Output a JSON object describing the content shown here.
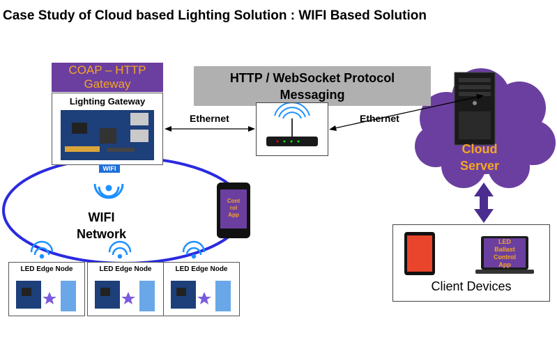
{
  "title": "Case Study of Cloud based Lighting Solution : WIFI Based Solution",
  "coap_gateway": {
    "line1": "COAP – HTTP",
    "line2": "Gateway"
  },
  "lighting_gateway": {
    "label": "Lighting Gateway",
    "wifi_tag": "WIFI"
  },
  "protocol": {
    "line1": "HTTP / WebSocket Protocol",
    "line2": "Messaging"
  },
  "ethernet_left": "Ethernet",
  "ethernet_right": "Ethernet",
  "wifi_network": {
    "line1": "WIFI",
    "line2": "Network"
  },
  "control_app": {
    "line1": "Cont",
    "line2": "rol",
    "line3": "App"
  },
  "cloud": {
    "line1": "Cloud",
    "line2": "Server"
  },
  "nodes": [
    {
      "label": "LED Edge Node"
    },
    {
      "label": "LED Edge Node"
    },
    {
      "label": "LED Edge Node"
    }
  ],
  "client": {
    "label": "Client Devices",
    "laptop_app": {
      "line1": "LED",
      "line2": "Ballast",
      "line3": "Control",
      "line4": "App"
    }
  },
  "colors": {
    "purple": "#6b3fa0",
    "orange": "#f5a623",
    "ring_blue": "#2a2ae0",
    "arrow_purple": "#4a2d8f",
    "wifi_blue": "#1e90ff"
  }
}
